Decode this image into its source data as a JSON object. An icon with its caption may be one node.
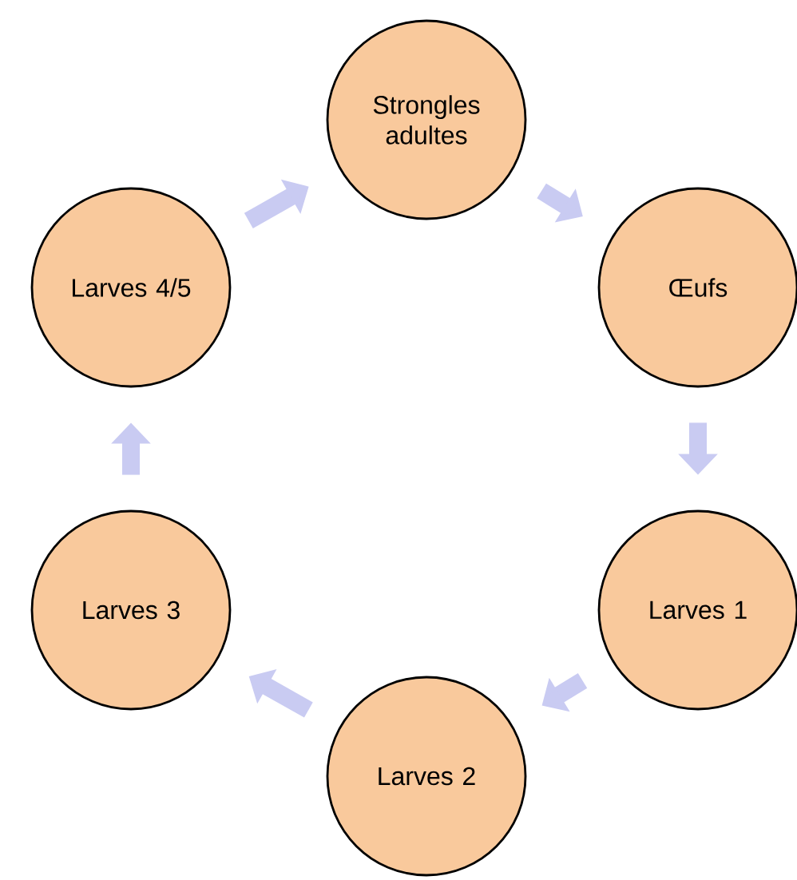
{
  "diagram": {
    "nodes": [
      {
        "text": [
          "Strongles adultes"
        ]
      },
      {
        "text": [
          "Œufs"
        ]
      },
      {
        "text": [
          "Larves 1"
        ]
      },
      {
        "text": [
          "Larves 2"
        ]
      },
      {
        "text": [
          "Larves 3"
        ]
      },
      {
        "text": [
          "Larves 4/5"
        ]
      }
    ],
    "edges": [
      {
        "from": 0,
        "to": 1,
        "arrow": "to"
      },
      {
        "from": 1,
        "to": 2,
        "arrow": "to"
      },
      {
        "from": 2,
        "to": 3,
        "arrow": "to"
      },
      {
        "from": 3,
        "to": 4,
        "arrow": "to"
      },
      {
        "from": 4,
        "to": 5,
        "arrow": "to"
      },
      {
        "from": 5,
        "to": 0,
        "arrow": "to"
      }
    ]
  }
}
